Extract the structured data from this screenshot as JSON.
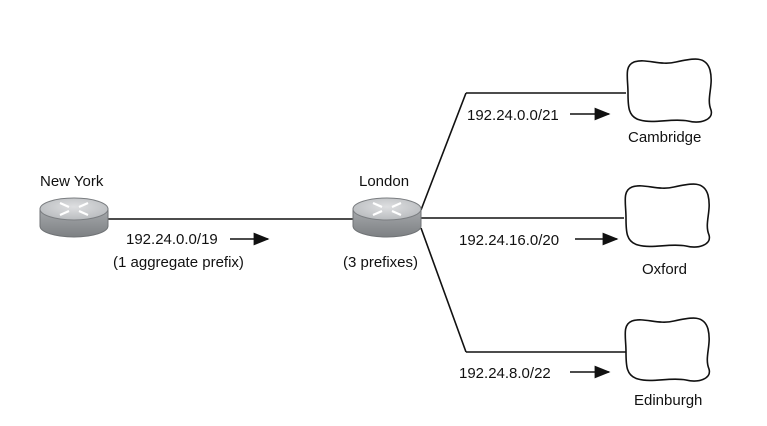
{
  "nodes": {
    "new_york": {
      "label": "New York",
      "icon": "router-icon"
    },
    "london": {
      "label": "London",
      "icon": "router-icon"
    },
    "cambridge": {
      "label": "Cambridge",
      "icon": "network-cloud-icon"
    },
    "oxford": {
      "label": "Oxford",
      "icon": "network-cloud-icon"
    },
    "edinburgh": {
      "label": "Edinburgh",
      "icon": "network-cloud-icon"
    }
  },
  "links": {
    "new_york_london": {
      "prefix": "192.24.0.0/19",
      "note": "(1 aggregate prefix)"
    },
    "london_note": "(3 prefixes)",
    "london_cambridge": {
      "prefix": "192.24.0.0/21"
    },
    "london_oxford": {
      "prefix": "192.24.16.0/20"
    },
    "london_edinburgh": {
      "prefix": "192.24.8.0/22"
    }
  },
  "colors": {
    "router_top": "#c9cbcd",
    "router_side": "#8d9093",
    "router_arrows": "#ffffff",
    "stroke": "#111111"
  }
}
